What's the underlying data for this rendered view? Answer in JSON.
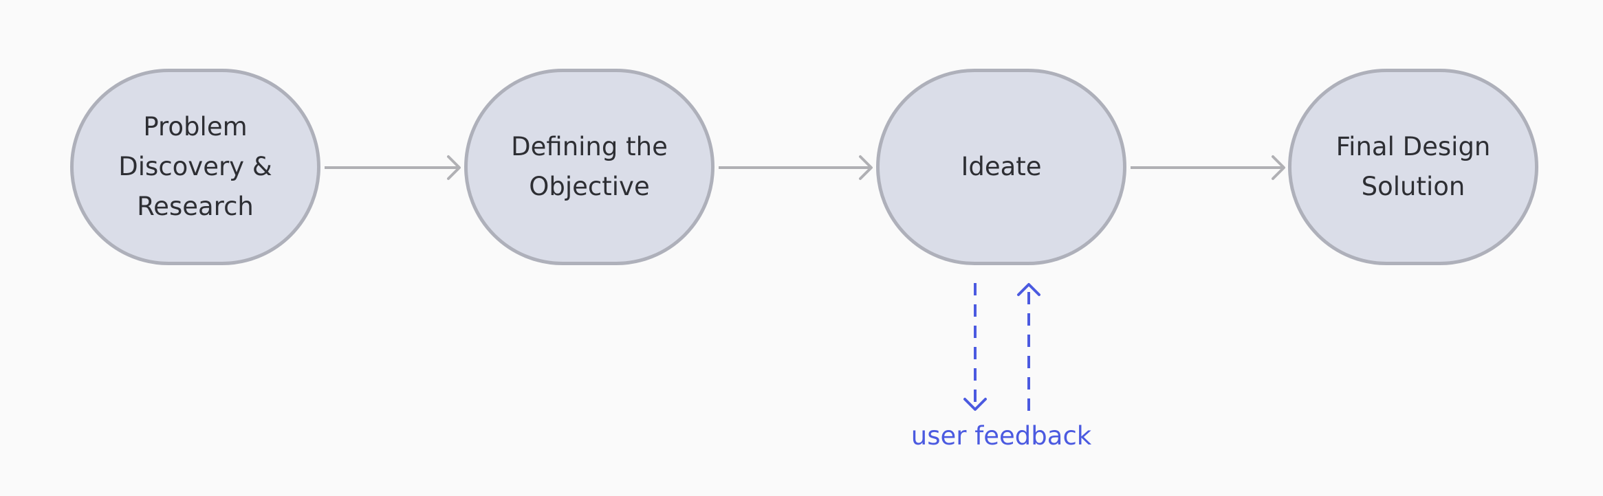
{
  "diagram": {
    "nodes": [
      {
        "id": "problem-discovery",
        "label": "Problem Discovery & Research"
      },
      {
        "id": "defining-objective",
        "label": "Defining the Objective"
      },
      {
        "id": "ideate",
        "label": "Ideate"
      },
      {
        "id": "final-design",
        "label": "Final Design Solution"
      }
    ],
    "edges": [
      {
        "from": "problem-discovery",
        "to": "defining-objective"
      },
      {
        "from": "defining-objective",
        "to": "ideate"
      },
      {
        "from": "ideate",
        "to": "final-design"
      }
    ],
    "feedback": {
      "label": "user feedback",
      "attached_to": "ideate"
    },
    "colors": {
      "background": "#fafafa",
      "node_fill": "#dadde8",
      "node_border": "#aeb0ba",
      "node_text": "#2d2e33",
      "connector": "#b0b0b4",
      "feedback_accent": "#4b5ae0"
    }
  }
}
